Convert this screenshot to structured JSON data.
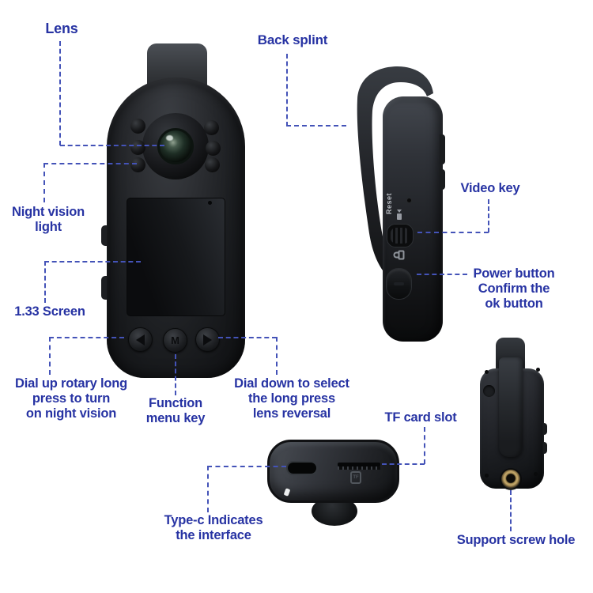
{
  "style": {
    "background": "#ffffff",
    "label_color": "#2733a3",
    "line_color": "#4453b8",
    "device_color": "#1b1d20",
    "screw_ring_color": "#c7ab6d"
  },
  "annotations": {
    "lens": "Lens",
    "back_splint": "Back splint",
    "night_vision_light": "Night vision\nlight",
    "screen": "1.33 Screen",
    "dial_up": "Dial up rotary long\npress to turn\non night vision",
    "function_menu": "Function\nmenu key",
    "dial_down": "Dial down to select\nthe long press\nlens reversal",
    "tf_card_slot": "TF card slot",
    "type_c": "Type-c Indicates\nthe interface",
    "video_key": "Video key",
    "power_button": "Power button\nConfirm the\nok button",
    "screw_hole": "Support screw hole"
  },
  "markings": {
    "menu_button": "M",
    "reset_label": "Reset",
    "tf_icon": "TF"
  }
}
